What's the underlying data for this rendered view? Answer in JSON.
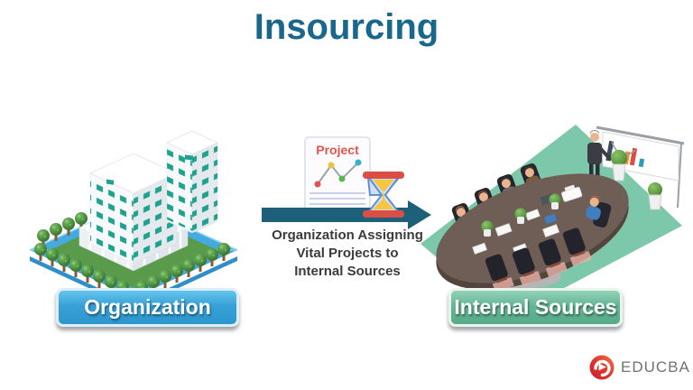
{
  "title": "Insourcing",
  "left_panel": {
    "label": "Organization",
    "illustration": "isometric-office-building-with-trees"
  },
  "center": {
    "document_label": "Project",
    "caption_lines": [
      "Organization Assigning",
      "Vital Projects to",
      "Internal Sources"
    ],
    "icons": [
      "project-document-icon",
      "hourglass-icon",
      "right-arrow"
    ]
  },
  "right_panel": {
    "label": "Internal Sources",
    "illustration": "isometric-meeting-room-presentation"
  },
  "logo": {
    "text": "EDUCBA"
  },
  "colors": {
    "title_text": "#19688C",
    "arrow": "#1E607A",
    "caption_text": "#3B3B3B",
    "organization_button": "#37A0D6",
    "internal_sources_button": "#63B794",
    "platform_blue": "#44AAE2",
    "grass_green": "#5A9A4B",
    "floor_green": "#7DC8AA",
    "window_teal": "#1FA28F",
    "table_brown": "#6E5E55",
    "document_title_red": "#E0564D",
    "hourglass_red": "#D94F44",
    "hourglass_sand_yellow": "#F6C63E",
    "logo_red": "#D93A2B",
    "logo_text_gray": "#717276"
  }
}
